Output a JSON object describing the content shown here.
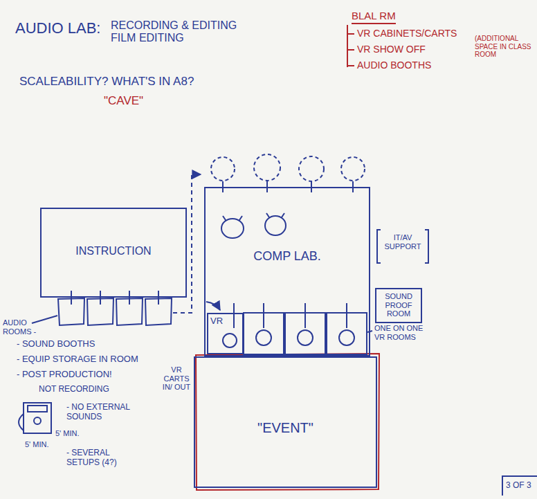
{
  "diagram": {
    "title": "AUDIO LAB:",
    "nodes": [
      {
        "text": [
          "INSTRUCTION"
        ]
      },
      {
        "text": [
          "COMP LAB."
        ]
      },
      {
        "text": [
          "VR"
        ],
        "in": 1
      },
      {
        "text": [
          "SOUND PROOF ROOM"
        ]
      },
      {
        "text": [
          "\"EVENT\""
        ]
      }
    ],
    "labels": [
      "RECORDING & EDITING FILM EDITING",
      "SCALEABILITY? WHAT'S IN A8?",
      "\"CAVE\"",
      "BLAL RM",
      "VR CABINETS/CARTS",
      "VR SHOW OFF",
      "AUDIO BOOTHS",
      "(ADDITIONAL SPACE IN CLASS ROOM",
      "IT/AV SUPPORT",
      "AUDIO ROOMS -",
      "- SOUND BOOTHS",
      "- EQUIP STORAGE IN ROOM",
      "- POST PRODUCTION!",
      "NOT RECORDING",
      "- NO EXTERNAL SOUNDS",
      "5' MIN.",
      "5' MIN.",
      "- SEVERAL SETUPS (4?)",
      "VR CARTS IN/ OUT",
      "ONE ON ONE VR ROOMS",
      "3 OF 3"
    ]
  }
}
